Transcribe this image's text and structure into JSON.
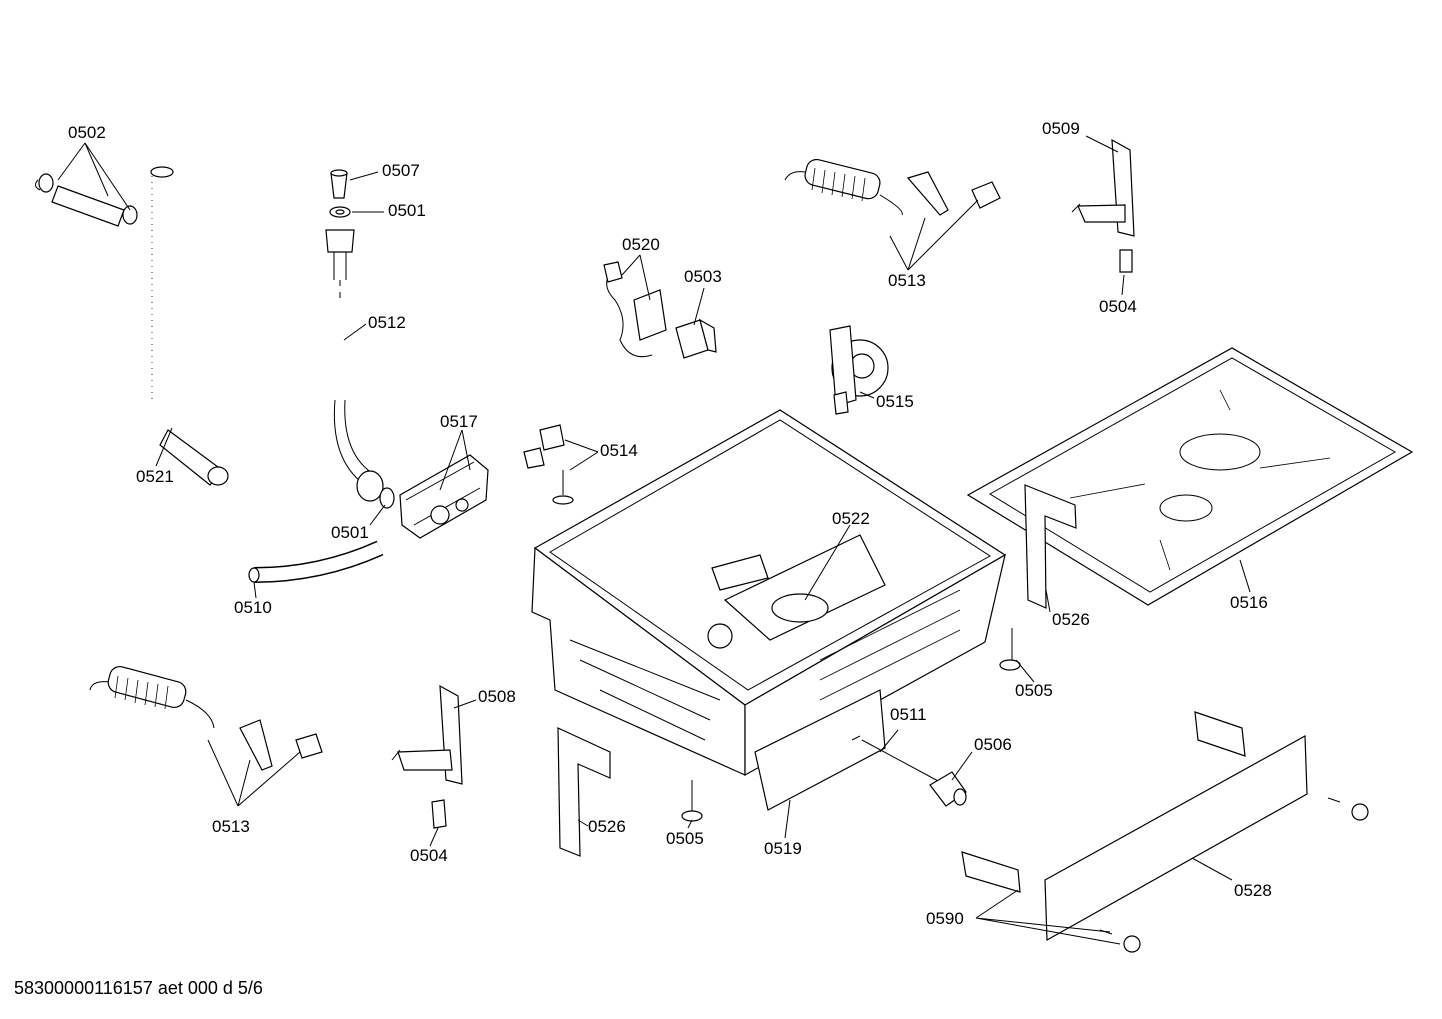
{
  "document_ref": "58300000116157 aet 000 d 5/6",
  "callouts": {
    "c0502": "0502",
    "c0521": "0521",
    "c0507": "0507",
    "c0501a": "0501",
    "c0512": "0512",
    "c0517": "0517",
    "c0501b": "0501",
    "c0510": "0510",
    "c0520": "0520",
    "c0503": "0503",
    "c0513a": "0513",
    "c0515": "0515",
    "c0509": "0509",
    "c0504a": "0504",
    "c0514": "0514",
    "c0522": "0522",
    "c0516": "0516",
    "c0526a": "0526",
    "c0505a": "0505",
    "c0508": "0508",
    "c0511": "0511",
    "c0506": "0506",
    "c0513b": "0513",
    "c0504b": "0504",
    "c0526b": "0526",
    "c0505b": "0505",
    "c0519": "0519",
    "c0528": "0528",
    "c0590": "0590"
  }
}
